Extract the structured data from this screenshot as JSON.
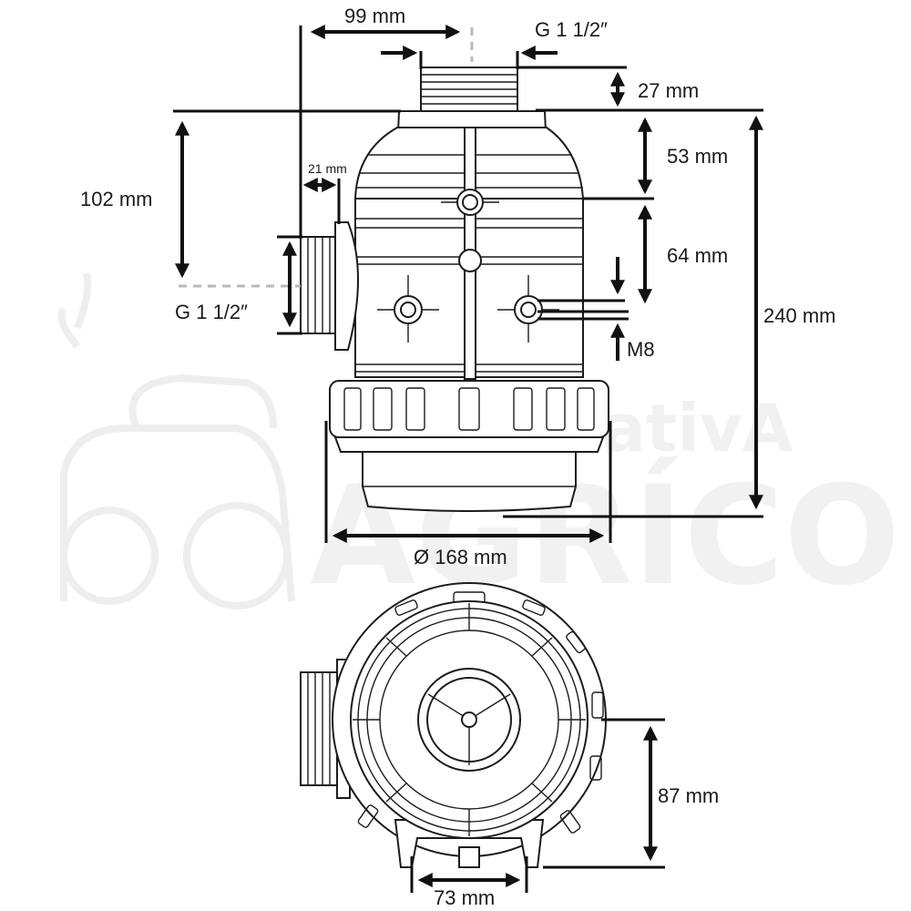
{
  "dimensions": {
    "top_width": "99 mm",
    "top_thread": "G 1 1/2″",
    "top_thread_height": "27 mm",
    "upper_body_height": "53 mm",
    "inlet_height": "102 mm",
    "inlet_depth": "21 mm",
    "side_thread": "G 1 1/2″",
    "mount_spacing": "64 mm",
    "mount_bolt": "M8",
    "total_height": "240 mm",
    "diameter": "Ø 168 mm",
    "base_depth": "87 mm",
    "foot_width": "73 mm"
  },
  "watermark": {
    "line1": "AlternativA",
    "line2": "AGRÍCOLA"
  }
}
